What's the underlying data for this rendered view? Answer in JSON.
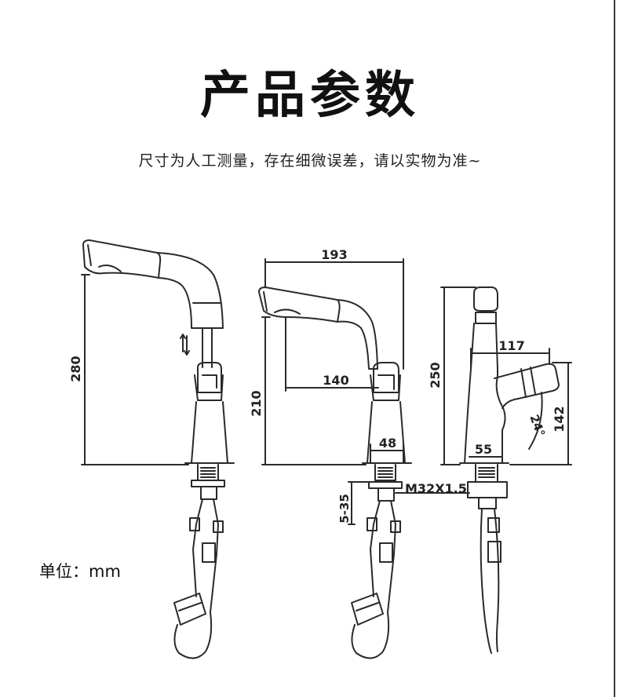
{
  "header": {
    "title": "产品参数",
    "subtitle": "尺寸为人工测量，存在细微误差，请以实物为准~"
  },
  "unit_label": "单位：mm",
  "dimensions": {
    "height_left": "280",
    "total_width": "193",
    "spout_reach": "140",
    "height_mid": "210",
    "base_width": "48",
    "thread": "M32X1.5",
    "deck_thickness": "5-35",
    "height_side": "250",
    "handle_length": "117",
    "handle_height": "142",
    "handle_angle": "24°",
    "side_base": "55"
  },
  "colors": {
    "line": "#2a2a2a",
    "text": "#222222"
  }
}
